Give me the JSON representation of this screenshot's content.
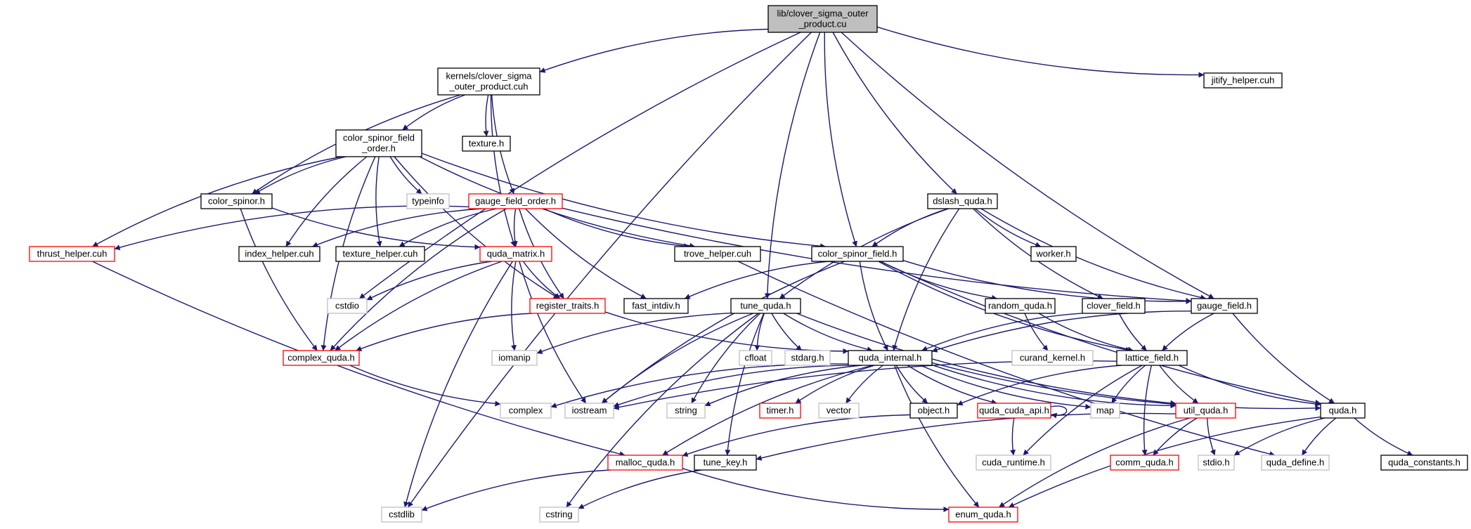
{
  "diagram": {
    "kind": "include-dependency-graph",
    "colors": {
      "edge": "#191970",
      "normal_border": "#000000",
      "red_border": "#ff0000",
      "system_border": "#bfbfbf",
      "root_fill": "#bfbfbf",
      "node_fill": "#ffffff"
    },
    "nodes": [
      {
        "id": "root",
        "lines": [
          "lib/clover_sigma_outer",
          "_product.cu"
        ],
        "style": "root"
      },
      {
        "id": "kcso",
        "lines": [
          "kernels/clover_sigma",
          "_outer_product.cuh"
        ],
        "style": "normal"
      },
      {
        "id": "jitify",
        "lines": [
          "jitify_helper.cuh"
        ],
        "style": "normal"
      },
      {
        "id": "csfo",
        "lines": [
          "color_spinor_field",
          "_order.h"
        ],
        "style": "normal"
      },
      {
        "id": "texture",
        "lines": [
          "texture.h"
        ],
        "style": "normal"
      },
      {
        "id": "typeinfo",
        "lines": [
          "typeinfo"
        ],
        "style": "system"
      },
      {
        "id": "colorspinor",
        "lines": [
          "color_spinor.h"
        ],
        "style": "normal"
      },
      {
        "id": "gfo",
        "lines": [
          "gauge_field_order.h"
        ],
        "style": "red"
      },
      {
        "id": "dslash",
        "lines": [
          "dslash_quda.h"
        ],
        "style": "normal"
      },
      {
        "id": "thrust",
        "lines": [
          "thrust_helper.cuh"
        ],
        "style": "red"
      },
      {
        "id": "indexh",
        "lines": [
          "index_helper.cuh"
        ],
        "style": "normal"
      },
      {
        "id": "texh",
        "lines": [
          "texture_helper.cuh"
        ],
        "style": "normal"
      },
      {
        "id": "qmatrix",
        "lines": [
          "quda_matrix.h"
        ],
        "style": "red"
      },
      {
        "id": "trove",
        "lines": [
          "trove_helper.cuh"
        ],
        "style": "normal"
      },
      {
        "id": "csf",
        "lines": [
          "color_spinor_field.h"
        ],
        "style": "normal"
      },
      {
        "id": "worker",
        "lines": [
          "worker.h"
        ],
        "style": "normal"
      },
      {
        "id": "cstdio",
        "lines": [
          "cstdio"
        ],
        "style": "system"
      },
      {
        "id": "regtraits",
        "lines": [
          "register_traits.h"
        ],
        "style": "red"
      },
      {
        "id": "fastintdiv",
        "lines": [
          "fast_intdiv.h"
        ],
        "style": "normal"
      },
      {
        "id": "tuneq",
        "lines": [
          "tune_quda.h"
        ],
        "style": "normal"
      },
      {
        "id": "randomq",
        "lines": [
          "random_quda.h"
        ],
        "style": "normal"
      },
      {
        "id": "cloverf",
        "lines": [
          "clover_field.h"
        ],
        "style": "normal"
      },
      {
        "id": "gaugef",
        "lines": [
          "gauge_field.h"
        ],
        "style": "normal"
      },
      {
        "id": "complexq",
        "lines": [
          "complex_quda.h"
        ],
        "style": "red"
      },
      {
        "id": "iomanip",
        "lines": [
          "iomanip"
        ],
        "style": "system"
      },
      {
        "id": "cfloat",
        "lines": [
          "cfloat"
        ],
        "style": "system"
      },
      {
        "id": "stdarg",
        "lines": [
          "stdarg.h"
        ],
        "style": "system"
      },
      {
        "id": "qinternal",
        "lines": [
          "quda_internal.h"
        ],
        "style": "normal"
      },
      {
        "id": "curand",
        "lines": [
          "curand_kernel.h"
        ],
        "style": "system"
      },
      {
        "id": "latticef",
        "lines": [
          "lattice_field.h"
        ],
        "style": "normal"
      },
      {
        "id": "complex",
        "lines": [
          "complex"
        ],
        "style": "system"
      },
      {
        "id": "iostream",
        "lines": [
          "iostream"
        ],
        "style": "system"
      },
      {
        "id": "string",
        "lines": [
          "string"
        ],
        "style": "system"
      },
      {
        "id": "timer",
        "lines": [
          "timer.h"
        ],
        "style": "red"
      },
      {
        "id": "vector",
        "lines": [
          "vector"
        ],
        "style": "system"
      },
      {
        "id": "objecth",
        "lines": [
          "object.h"
        ],
        "style": "normal"
      },
      {
        "id": "qcudaapi",
        "lines": [
          "quda_cuda_api.h"
        ],
        "style": "red"
      },
      {
        "id": "map",
        "lines": [
          "map"
        ],
        "style": "system"
      },
      {
        "id": "utilq",
        "lines": [
          "util_quda.h"
        ],
        "style": "red"
      },
      {
        "id": "quda",
        "lines": [
          "quda.h"
        ],
        "style": "normal"
      },
      {
        "id": "mallocq",
        "lines": [
          "malloc_quda.h"
        ],
        "style": "red"
      },
      {
        "id": "tunekey",
        "lines": [
          "tune_key.h"
        ],
        "style": "normal"
      },
      {
        "id": "cudart",
        "lines": [
          "cuda_runtime.h"
        ],
        "style": "system"
      },
      {
        "id": "commq",
        "lines": [
          "comm_quda.h"
        ],
        "style": "red"
      },
      {
        "id": "stdioh",
        "lines": [
          "stdio.h"
        ],
        "style": "system"
      },
      {
        "id": "qdefine",
        "lines": [
          "quda_define.h"
        ],
        "style": "system"
      },
      {
        "id": "qconst",
        "lines": [
          "quda_constants.h"
        ],
        "style": "normal"
      },
      {
        "id": "cstdlib",
        "lines": [
          "cstdlib"
        ],
        "style": "system"
      },
      {
        "id": "cstring",
        "lines": [
          "cstring"
        ],
        "style": "system"
      },
      {
        "id": "enumq",
        "lines": [
          "enum_quda.h"
        ],
        "style": "red"
      }
    ],
    "edges": [
      [
        "root",
        "kcso"
      ],
      [
        "root",
        "jitify"
      ],
      [
        "root",
        "cstdio"
      ],
      [
        "root",
        "cstdlib"
      ],
      [
        "root",
        "tuneq"
      ],
      [
        "root",
        "csf"
      ],
      [
        "root",
        "dslash"
      ],
      [
        "root",
        "gaugef"
      ],
      [
        "kcso",
        "csfo"
      ],
      [
        "kcso",
        "texture"
      ],
      [
        "kcso",
        "colorspinor"
      ],
      [
        "kcso",
        "gfo"
      ],
      [
        "kcso",
        "qmatrix"
      ],
      [
        "csfo",
        "typeinfo"
      ],
      [
        "csfo",
        "colorspinor"
      ],
      [
        "csfo",
        "thrust"
      ],
      [
        "csfo",
        "indexh"
      ],
      [
        "csfo",
        "texh"
      ],
      [
        "csfo",
        "complexq"
      ],
      [
        "csfo",
        "regtraits"
      ],
      [
        "csfo",
        "trove"
      ],
      [
        "csfo",
        "csf"
      ],
      [
        "colorspinor",
        "qmatrix"
      ],
      [
        "colorspinor",
        "complexq"
      ],
      [
        "gfo",
        "thrust"
      ],
      [
        "gfo",
        "indexh"
      ],
      [
        "gfo",
        "texh"
      ],
      [
        "gfo",
        "qmatrix"
      ],
      [
        "gfo",
        "regtraits"
      ],
      [
        "gfo",
        "fastintdiv"
      ],
      [
        "gfo",
        "trove"
      ],
      [
        "gfo",
        "complexq"
      ],
      [
        "gfo",
        "gaugef"
      ],
      [
        "qmatrix",
        "cstdio"
      ],
      [
        "qmatrix",
        "regtraits"
      ],
      [
        "qmatrix",
        "complexq"
      ],
      [
        "qmatrix",
        "iomanip"
      ],
      [
        "qmatrix",
        "iostream"
      ],
      [
        "qmatrix",
        "cstdlib"
      ],
      [
        "thrust",
        "mallocq"
      ],
      [
        "trove",
        "qdefine"
      ],
      [
        "dslash",
        "csf"
      ],
      [
        "dslash",
        "tuneq"
      ],
      [
        "dslash",
        "qinternal"
      ],
      [
        "dslash",
        "worker"
      ],
      [
        "dslash",
        "gaugef"
      ],
      [
        "dslash",
        "cloverf"
      ],
      [
        "csf",
        "fastintdiv"
      ],
      [
        "csf",
        "iostream"
      ],
      [
        "csf",
        "qinternal"
      ],
      [
        "csf",
        "randomq"
      ],
      [
        "csf",
        "latticef"
      ],
      [
        "csf",
        "gaugef"
      ],
      [
        "csf",
        "quda"
      ],
      [
        "regtraits",
        "complexq"
      ],
      [
        "regtraits",
        "qinternal"
      ],
      [
        "tuneq",
        "iomanip"
      ],
      [
        "tuneq",
        "iostream"
      ],
      [
        "tuneq",
        "cfloat"
      ],
      [
        "tuneq",
        "stdarg"
      ],
      [
        "tuneq",
        "string"
      ],
      [
        "tuneq",
        "qinternal"
      ],
      [
        "tuneq",
        "tunekey"
      ],
      [
        "tuneq",
        "cstring"
      ],
      [
        "tuneq",
        "utilq"
      ],
      [
        "randomq",
        "curand"
      ],
      [
        "randomq",
        "latticef"
      ],
      [
        "cloverf",
        "qinternal"
      ],
      [
        "cloverf",
        "latticef"
      ],
      [
        "gaugef",
        "qinternal"
      ],
      [
        "gaugef",
        "latticef"
      ],
      [
        "gaugef",
        "quda"
      ],
      [
        "complexq",
        "complex"
      ],
      [
        "qinternal",
        "complex"
      ],
      [
        "qinternal",
        "iostream"
      ],
      [
        "qinternal",
        "string"
      ],
      [
        "qinternal",
        "timer"
      ],
      [
        "qinternal",
        "vector"
      ],
      [
        "qinternal",
        "objecth"
      ],
      [
        "qinternal",
        "qcudaapi"
      ],
      [
        "qinternal",
        "map"
      ],
      [
        "qinternal",
        "utilq"
      ],
      [
        "qinternal",
        "quda"
      ],
      [
        "qinternal",
        "mallocq"
      ],
      [
        "qinternal",
        "enumq"
      ],
      [
        "latticef",
        "iostream"
      ],
      [
        "latticef",
        "map"
      ],
      [
        "latticef",
        "objecth"
      ],
      [
        "latticef",
        "utilq"
      ],
      [
        "latticef",
        "quda"
      ],
      [
        "latticef",
        "cudart"
      ],
      [
        "latticef",
        "commq"
      ],
      [
        "objecth",
        "mallocq"
      ],
      [
        "qcudaapi",
        "cudart"
      ],
      [
        "qcudaapi",
        "qcudaapi"
      ],
      [
        "utilq",
        "tunekey"
      ],
      [
        "utilq",
        "commq"
      ],
      [
        "utilq",
        "stdioh"
      ],
      [
        "utilq",
        "enumq"
      ],
      [
        "quda",
        "stdioh"
      ],
      [
        "quda",
        "qdefine"
      ],
      [
        "quda",
        "qconst"
      ],
      [
        "quda",
        "enumq"
      ],
      [
        "mallocq",
        "cstdlib"
      ],
      [
        "mallocq",
        "enumq"
      ],
      [
        "tunekey",
        "cstring"
      ]
    ]
  }
}
